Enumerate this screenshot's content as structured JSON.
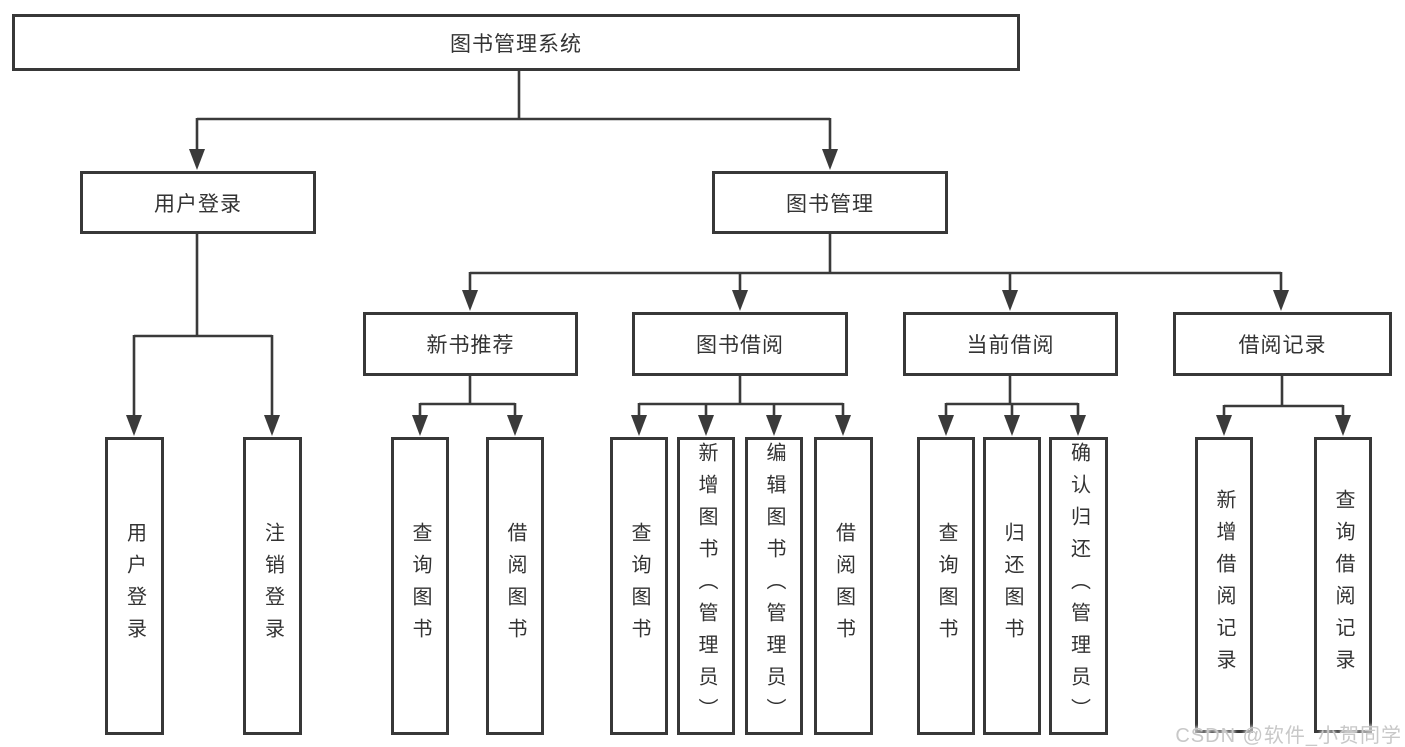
{
  "diagram": {
    "root": {
      "label": "图书管理系统"
    },
    "branches": [
      {
        "label": "用户登录",
        "children": [
          {
            "label": "用户登录"
          },
          {
            "label": "注销登录"
          }
        ]
      },
      {
        "label": "图书管理",
        "sections": [
          {
            "label": "新书推荐",
            "children": [
              {
                "label": "查询图书"
              },
              {
                "label": "借阅图书"
              }
            ]
          },
          {
            "label": "图书借阅",
            "children": [
              {
                "label": "查询图书"
              },
              {
                "label": "新增图书（管理员）"
              },
              {
                "label": "编辑图书（管理员）"
              },
              {
                "label": "借阅图书"
              }
            ]
          },
          {
            "label": "当前借阅",
            "children": [
              {
                "label": "查询图书"
              },
              {
                "label": "归还图书"
              },
              {
                "label": "确认归还（管理员）"
              }
            ]
          },
          {
            "label": "借阅记录",
            "children": [
              {
                "label": "新增借阅记录"
              },
              {
                "label": "查询借阅记录"
              }
            ]
          }
        ]
      }
    ]
  },
  "watermark": {
    "text": "CSDN @软件_小贺同学",
    "color": "#c8c8c8"
  },
  "colors": {
    "line": "#3a3a3a",
    "box_border": "#383838",
    "text": "#333333",
    "background": "#ffffff"
  }
}
